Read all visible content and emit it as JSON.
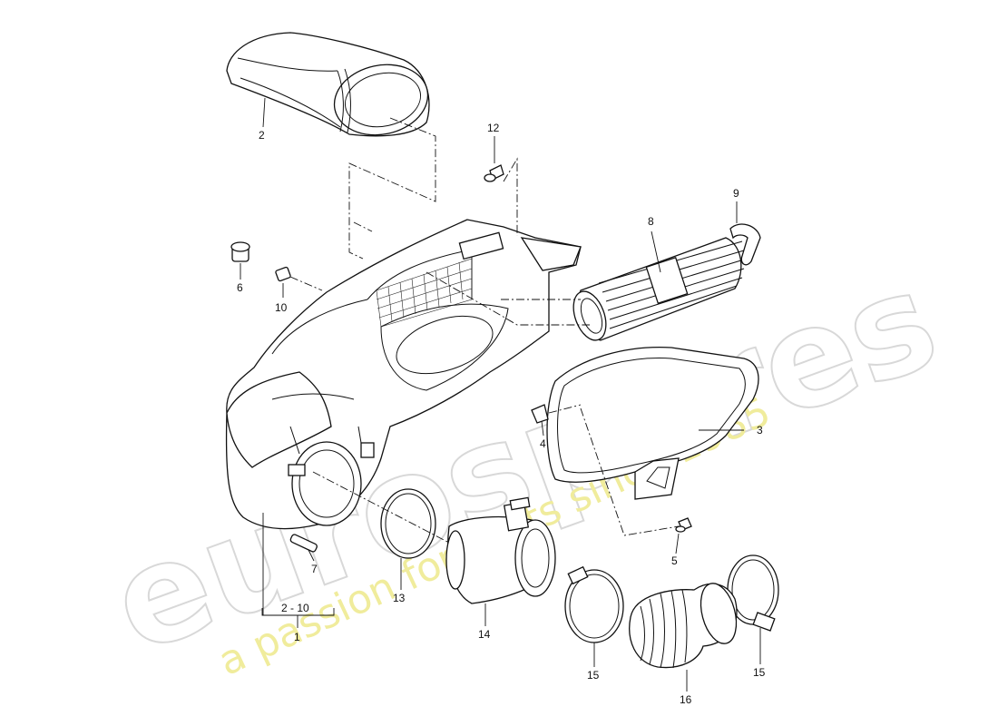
{
  "watermark": {
    "brand": "eurospares",
    "tagline": "a passion for parts since 1985"
  },
  "callouts": {
    "p1": "1",
    "p2": "2",
    "p2_10": "2 - 10",
    "p3": "3",
    "p4": "4",
    "p5": "5",
    "p6": "6",
    "p7": "7",
    "p8": "8",
    "p9": "9",
    "p10": "10",
    "p12": "12",
    "p13": "13",
    "p14": "14",
    "p15a": "15",
    "p15b": "15",
    "p16": "16"
  }
}
